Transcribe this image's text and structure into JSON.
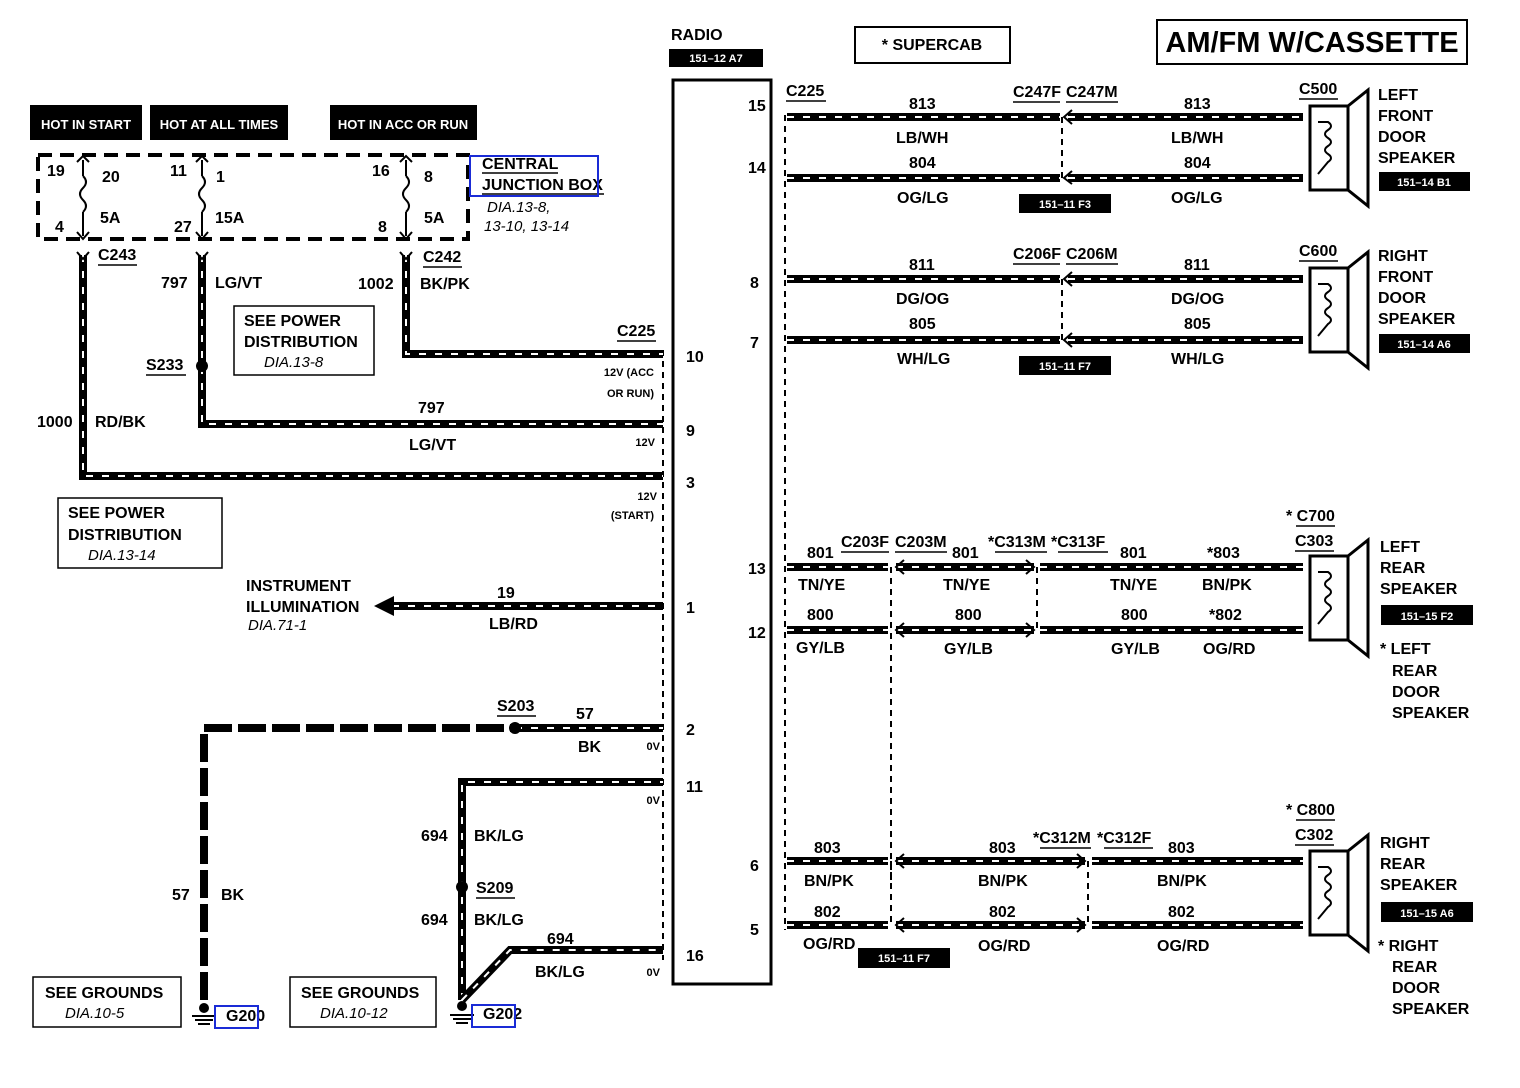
{
  "title": "AM/FM W/CASSETTE",
  "option_note": "* SUPERCAB",
  "radio": {
    "label": "RADIO",
    "ref": "151–12 A7"
  },
  "power_headers": [
    "HOT IN START",
    "HOT AT ALL TIMES",
    "HOT IN ACC OR RUN"
  ],
  "junction_box": {
    "label1": "CENTRAL",
    "label2": "JUNCTION BOX",
    "dia1": "DIA.13-8,",
    "dia2": "13-10, 13-14",
    "fuses": [
      {
        "top_left": "19",
        "top_right": "20",
        "bottom_left": "4",
        "amp": "5A"
      },
      {
        "top_left": "11",
        "top_right": "1",
        "bottom_left": "27",
        "amp": "15A"
      },
      {
        "top_left": "16",
        "top_right": "8",
        "bottom_left": "8",
        "amp": "5A"
      }
    ]
  },
  "power_circuits": {
    "c243": "C243",
    "c242": "C242",
    "c225": "C225",
    "s233": "S233",
    "w797": "797",
    "lgvt": "LG/VT",
    "w1002": "1002",
    "bkpk": "BK/PK",
    "w1000": "1000",
    "rdbk": "RD/BK",
    "twelve_v_acc1": "12V (ACC",
    "twelve_v_acc2": "OR RUN)",
    "twelve_v": "12V",
    "twelve_v_start": "(START)"
  },
  "see_boxes": {
    "power_dist_a_1": "SEE POWER",
    "power_dist_a_2": "DISTRIBUTION",
    "power_dist_a_3": "DIA.13-8",
    "power_dist_b_1": "SEE POWER",
    "power_dist_b_2": "DISTRIBUTION",
    "power_dist_b_3": "DIA.13-14",
    "grounds_a_1": "SEE GROUNDS",
    "grounds_a_2": "DIA.10-5",
    "grounds_b_1": "SEE GROUNDS",
    "grounds_b_2": "DIA.10-12"
  },
  "illumination": {
    "line1": "INSTRUMENT",
    "line2": "ILLUMINATION",
    "dia": "DIA.71-1",
    "wire": "19",
    "color": "LB/RD"
  },
  "grounds": {
    "s203": "S203",
    "w57": "57",
    "bk": "BK",
    "ov": "0V",
    "w694": "694",
    "bklg": "BK/LG",
    "s209": "S209",
    "g200": "G200",
    "g202": "G202"
  },
  "radio_pins": [
    "10",
    "9",
    "3",
    "1",
    "2",
    "11",
    "16",
    "15",
    "14",
    "8",
    "7",
    "13",
    "12",
    "6",
    "5"
  ],
  "speakers": {
    "c225": "C225",
    "lf": {
      "c_in_f": "C247F",
      "c_in_m": "C247M",
      "c_spk": "C500",
      "w1": "813",
      "c1": "LB/WH",
      "w2": "804",
      "c2": "OG/LG",
      "ref_mid": "151–11 F3",
      "ref_spk": "151–14 B1",
      "name": [
        "LEFT",
        "FRONT",
        "DOOR",
        "SPEAKER"
      ]
    },
    "rf": {
      "c_in_f": "C206F",
      "c_in_m": "C206M",
      "c_spk": "C600",
      "w1": "811",
      "c1": "DG/OG",
      "w2": "805",
      "c2": "WH/LG",
      "ref_mid": "151–11 F7",
      "ref_spk": "151–14 A6",
      "name": [
        "RIGHT",
        "FRONT",
        "DOOR",
        "SPEAKER"
      ]
    },
    "lr": {
      "c1f": "C203F",
      "c1m": "C203M",
      "c2m": "*C313M",
      "c2f": "*C313F",
      "c_spk_a": "* C700",
      "c_spk_b": "C303",
      "w_a": "801",
      "c_a": "TN/YE",
      "w_a_end": "*803",
      "c_a_end": "BN/PK",
      "w_b": "800",
      "c_b": "GY/LB",
      "w_b_end": "*802",
      "c_b_end": "OG/RD",
      "ref_spk": "151–15 F2",
      "name": [
        "LEFT",
        "REAR",
        "SPEAKER"
      ],
      "alt": [
        "* LEFT",
        "REAR",
        "DOOR",
        "SPEAKER"
      ]
    },
    "rr": {
      "c2m": "*C312M",
      "c2f": "*C312F",
      "c_spk_a": "* C800",
      "c_spk_b": "C302",
      "w_a": "803",
      "c_a": "BN/PK",
      "w_b": "802",
      "c_b": "OG/RD",
      "ref_mid": "151–11 F7",
      "ref_spk": "151–15 A6",
      "name": [
        "RIGHT",
        "REAR",
        "SPEAKER"
      ],
      "alt": [
        "* RIGHT",
        "REAR",
        "DOOR",
        "SPEAKER"
      ]
    }
  }
}
